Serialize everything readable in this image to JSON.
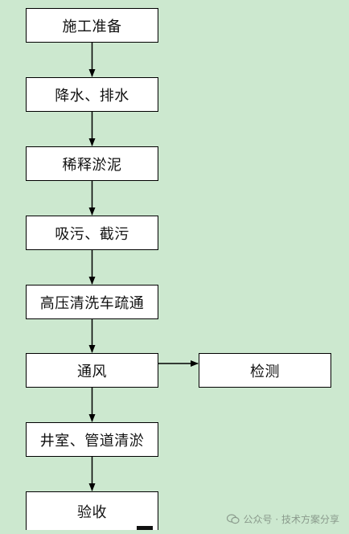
{
  "flowchart": {
    "steps": [
      "施工准备",
      "降水、排水",
      "稀释淤泥",
      "吸污、截污",
      "高压清洗车疏通",
      "通风",
      "井室、管道清淤",
      "验收"
    ],
    "branch": "检测"
  },
  "watermark": {
    "text": "公众号 · 技术方案分享",
    "icon": "wechat-icon"
  },
  "colors": {
    "background": "#cce8cf",
    "box_fill": "#ffffff",
    "line": "#000000"
  }
}
